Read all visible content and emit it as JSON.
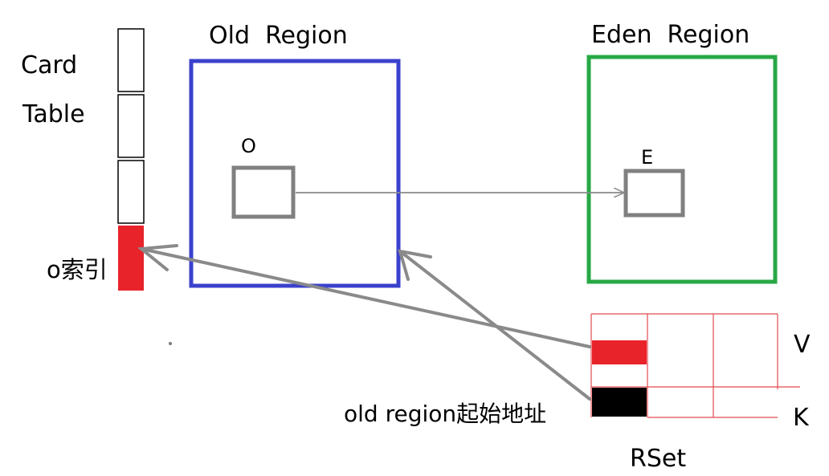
{
  "card_table": {
    "title_line1": "Card",
    "title_line2": "Table",
    "index_label": "o索引",
    "marked_color": "#e8232a"
  },
  "old_region": {
    "title": "Old  Region",
    "object_label": "O",
    "border_color": "#3b41cc"
  },
  "eden_region": {
    "title": "Eden  Region",
    "object_label": "E",
    "border_color": "#27a845"
  },
  "rset": {
    "title": "RSet",
    "row_v_label": "V",
    "row_k_label": "K",
    "key_label": "old region起始地址",
    "grid_color": "#e24a4f",
    "value_color": "#e8232a",
    "key_color": "#000000"
  },
  "connector_color": "#8a8a8a",
  "object_border_color": "#808080"
}
